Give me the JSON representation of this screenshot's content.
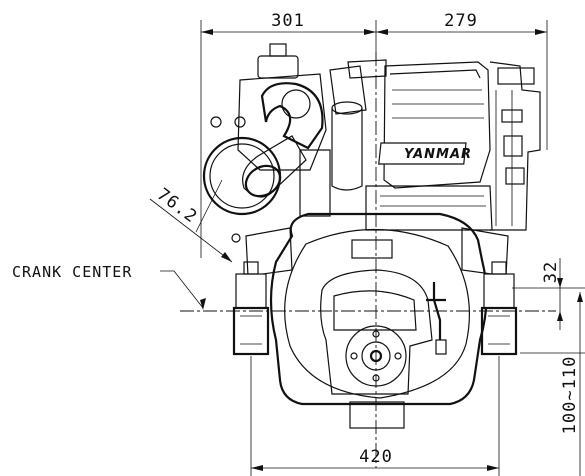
{
  "drawing": {
    "brand": "YANMAR",
    "callout": "CRANK CENTER",
    "dimensions": {
      "top_left_width": "301",
      "top_right_width": "279",
      "bottom_width": "420",
      "angle_offset": "76.2",
      "right_offset": "32",
      "right_range": "100~110"
    }
  }
}
